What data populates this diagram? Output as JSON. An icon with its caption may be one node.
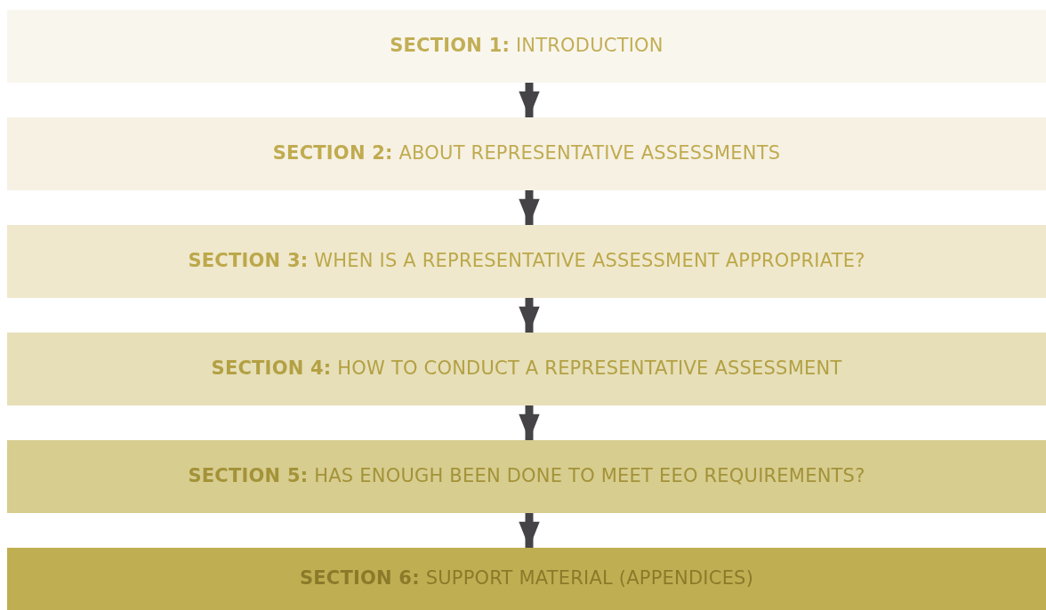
{
  "diagram": {
    "nodes": [
      {
        "text": [
          "**SECTION 1:** INTRODUCTION"
        ]
      },
      {
        "text": [
          "**SECTION 2:** ABOUT REPRESENTATIVE ASSESSMENTS"
        ]
      },
      {
        "text": [
          "**SECTION 3:** WHEN IS A REPRESENTATIVE ASSESSMENT APPROPRIATE?"
        ]
      },
      {
        "text": [
          "**SECTION 4:** HOW TO CONDUCT A REPRESENTATIVE ASSESSMENT"
        ]
      },
      {
        "text": [
          "**SECTION 5:** HAS ENOUGH BEEN DONE TO MEET EEO REQUIREMENTS?"
        ]
      },
      {
        "text": [
          "**SECTION 6:** SUPPORT MATERIAL (APPENDICES)"
        ]
      }
    ],
    "edges": [
      {
        "from": 0,
        "to": 1,
        "arrow": "to"
      },
      {
        "from": 1,
        "to": 2,
        "arrow": "to"
      },
      {
        "from": 2,
        "to": 3,
        "arrow": "to"
      },
      {
        "from": 3,
        "to": 4,
        "arrow": "to"
      },
      {
        "from": 4,
        "to": 5,
        "arrow": "to"
      }
    ]
  }
}
